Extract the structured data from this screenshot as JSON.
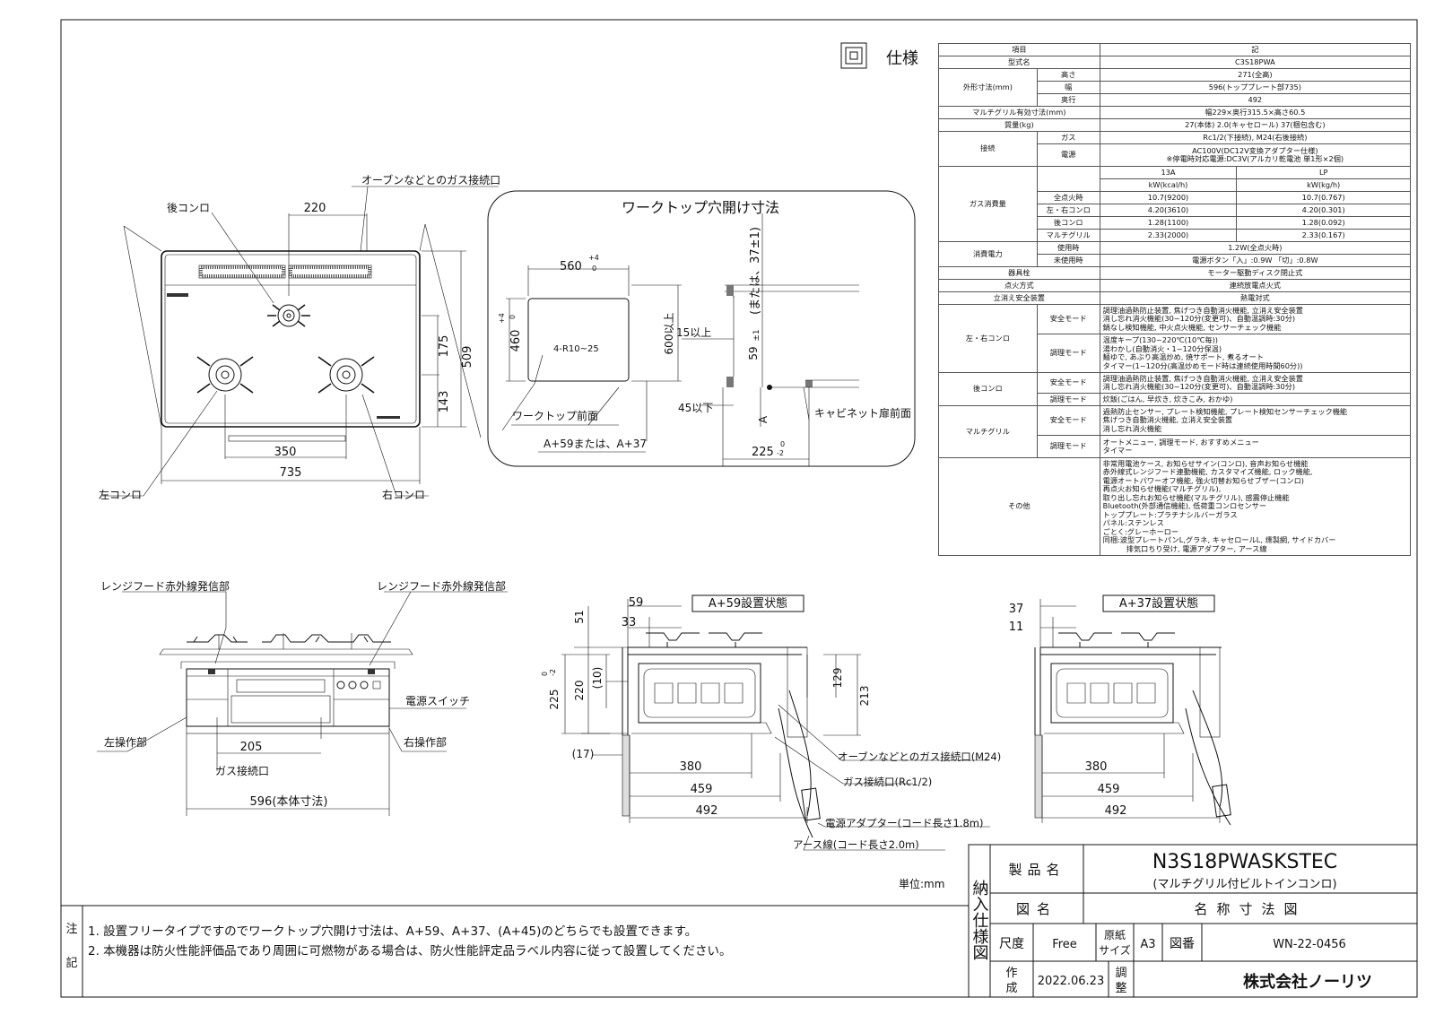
{
  "spec": {
    "heading": "仕様",
    "header": [
      "項目",
      "記"
    ],
    "model": [
      "型式名",
      "C3S18PWA"
    ],
    "dims_group": "外形寸法(mm)",
    "dims": [
      [
        "高さ",
        "271(全高)"
      ],
      [
        "幅",
        "596(トッププレート部735)"
      ],
      [
        "奥行",
        "492"
      ]
    ],
    "grill": [
      "マルチグリル有効寸法(mm)",
      "幅229×奥行315.5×高さ60.5"
    ],
    "mass": [
      "質量(kg)",
      "27(本体) 2.0(キャセロール) 37(梱包含む)"
    ],
    "conn_group": "接続",
    "gas": [
      "ガス",
      "Rc1/2(下接続), M24(右後接続)"
    ],
    "power": [
      "電源",
      "AC100V(DC12V変換アダプター仕様)",
      "※停電時対応電源:DC3V(アルカリ乾電池 単1形×2個)"
    ],
    "gasuse_group": "ガス消費量",
    "gasuse_head": [
      "13A",
      "LP",
      "kW(kcal/h)",
      "kW(kg/h)"
    ],
    "gasuse": [
      [
        "全点火時",
        "10.7(9200)",
        "10.7(0.767)"
      ],
      [
        "左・右コンロ",
        "4.20(3610)",
        "4.20(0.301)"
      ],
      [
        "後コンロ",
        "1.28(1100)",
        "1.28(0.092)"
      ],
      [
        "マルチグリル",
        "2.33(2000)",
        "2.33(0.167)"
      ]
    ],
    "elec_group": "消費電力",
    "elec": [
      [
        "使用時",
        "1.2W(全点火時)"
      ],
      [
        "未使用時",
        "電源ボタン「入」:0.9W 「切」:0.8W"
      ]
    ],
    "ignite": [
      [
        "器具栓",
        "モーター駆動ディスク閉止式"
      ],
      [
        "点火方式",
        "連続放電点火式"
      ],
      [
        "立消え安全装置",
        "熱電対式"
      ]
    ],
    "lr_group": "左・右コンロ",
    "lr_safe": [
      "安全モード",
      "調理油過熱防止装置, 焦げつき自動消火機能, 立消え安全装置",
      "消し忘れ消火機能(30~120分(変更可)、自動温調時:30分)",
      "鍋なし検知機能, 中火点火機能, センサーチェック機能"
    ],
    "lr_cook": [
      "調理モード",
      "温度キープ(130~220℃(10℃毎))",
      "湯わかし(自動消火・1~120分保温)",
      "麺ゆで, あぶり高温炒め, 焼サポート, 煮るオート",
      "タイマー(1~120分(高温炒めモード時は連続使用時間60分))"
    ],
    "back_group": "後コンロ",
    "back_safe": [
      "安全モード",
      "調理油過熱防止装置, 焦げつき自動消火機能, 立消え安全装置",
      "消し忘れ消火機能(30~120分(変更可)、自動温調時:30分)"
    ],
    "back_cook": [
      "調理モード",
      "炊飯(ごはん, 早炊き, 炊きこみ, おかゆ)"
    ],
    "mg_group": "マルチグリル",
    "mg_safe": [
      "安全モード",
      "過熱防止センサー, プレート検知機能, プレート検知センサーチェック機能",
      "焦げつき自動消火機能, 立消え安全装置",
      "消し忘れ消火機能"
    ],
    "mg_cook": [
      "調理モード",
      "オートメニュー, 調理モード, おすすめメニュー",
      "タイマー"
    ],
    "other_label": "その他",
    "other": [
      "非常用電池ケース, お知らせサイン(コンロ), 音声お知らせ機能",
      "赤外線式レンジフード連動機能, カスタマイズ機能, ロック機能,",
      "電源オートパワーオフ機能, 強火切替お知らせブザー(コンロ)",
      "再点火お知らせ機能(マルチグリル),",
      "取り出し忘れお知らせ機能(マルチグリル), 感震停止機能",
      "Bluetooth(外部通信機能), 低荷重コンロセンサー",
      "トッププレート:プラチナシルバーガラス",
      "パネル:ステンレス",
      "ごとく:グレーホーロー",
      "同梱:波型プレートパンL,グラネ, キャセロールL, 燻製網, サイドカバー",
      "排気口ちり受け, 電源アダプター, アース線"
    ]
  },
  "top_view": {
    "gas_port": "オーブンなどとのガス接続口",
    "rear": "後コンロ",
    "left": "左コンロ",
    "right": "右コンロ",
    "d220": "220",
    "d175": "175",
    "d143": "143",
    "d509": "509",
    "d350": "350",
    "d735": "735"
  },
  "cutout": {
    "title": "ワークトップ穴開け寸法",
    "w560": "560",
    "w560tol": "+4",
    "w560tol2": "0",
    "h460": "460",
    "h460tol": "+4",
    "h460tol2": "0",
    "radius": "4-R10~25",
    "h600": "600以上",
    "front": "ワークトップ前面",
    "a59": "A+59または、A+37",
    "up15": "15以上",
    "d59": "59",
    "d59tol": "±1",
    "d37": "(または、37±1)",
    "a": "A",
    "dn45": "45以下",
    "cab": "キャビネット扉前面",
    "d225": "225",
    "d225tol": "0",
    "d225tol2": "-2"
  },
  "front_view": {
    "hood_l": "レンジフード赤外線発信部",
    "hood_r": "レンジフード赤外線発信部",
    "switch": "電源スイッチ",
    "lop": "左操作部",
    "rop": "右操作部",
    "d205": "205",
    "gasport": "ガス接続口",
    "d596": "596(本体寸法)"
  },
  "side59": {
    "title": "A+59設置状態",
    "d59": "59",
    "d33": "33",
    "d51": "51",
    "d10": "(10)",
    "d220": "220",
    "d225": "225",
    "d225tol": "0",
    "d225tol2": "-2",
    "d129": "129",
    "d213": "213",
    "d17": "(17)",
    "d380": "380",
    "d459": "459",
    "d492": "492",
    "oven": "オーブンなどとのガス接続口(M24)",
    "gas": "ガス接続口(Rc1/2)",
    "adapter": "電源アダプター(コード長さ1.8m)",
    "earth": "アース線(コード長さ2.0m)"
  },
  "side37": {
    "title": "A+37設置状態",
    "d37": "37",
    "d11": "11",
    "d380": "380",
    "d459": "459",
    "d492": "492"
  },
  "unit": "単位:mm",
  "notes": {
    "label1": "注",
    "label2": "記",
    "n1": "1. 設置フリータイプですのでワークトップ穴開け寸法は、A+59、A+37、(A+45)のどちらでも設置できます。",
    "n2": "2. 本機器は防火性能評価品であり周囲に可燃物がある場合は、防火性能評定品ラベル内容に従って設置してください。"
  },
  "title_block": {
    "delivery": "納入仕様図",
    "product_label": "製品名",
    "product": "N3S18PWASKSTEC",
    "product_sub": "(マルチグリル付ビルトインコンロ)",
    "drawing_label": "図名",
    "drawing": "名称寸法図",
    "scale_label": "尺度",
    "scale": "Free",
    "paper_label1": "原紙",
    "paper_label2": "サイズ",
    "paper": "A3",
    "no_label": "図番",
    "no": "WN-22-0456",
    "made_label1": "作",
    "made_label2": "成",
    "date": "2022.06.23",
    "check_label1": "調",
    "check_label2": "整",
    "company": "株式会社ノーリツ"
  }
}
